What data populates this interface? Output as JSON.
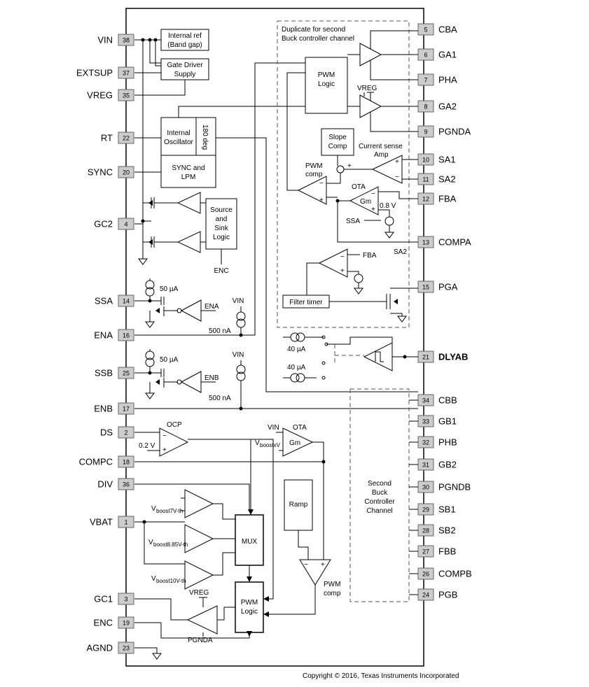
{
  "pins_left": [
    {
      "name": "VIN",
      "num": "38"
    },
    {
      "name": "EXTSUP",
      "num": "37"
    },
    {
      "name": "VREG",
      "num": "35"
    },
    {
      "name": "RT",
      "num": "22"
    },
    {
      "name": "SYNC",
      "num": "20"
    },
    {
      "name": "GC2",
      "num": "4"
    },
    {
      "name": "SSA",
      "num": "14"
    },
    {
      "name": "ENA",
      "num": "16"
    },
    {
      "name": "SSB",
      "num": "25"
    },
    {
      "name": "ENB",
      "num": "17"
    },
    {
      "name": "DS",
      "num": "2"
    },
    {
      "name": "COMPC",
      "num": "18"
    },
    {
      "name": "DIV",
      "num": "36"
    },
    {
      "name": "VBAT",
      "num": "1"
    },
    {
      "name": "GC1",
      "num": "3"
    },
    {
      "name": "ENC",
      "num": "19"
    },
    {
      "name": "AGND",
      "num": "23"
    }
  ],
  "pins_right": [
    {
      "name": "CBA",
      "num": "5"
    },
    {
      "name": "GA1",
      "num": "6"
    },
    {
      "name": "PHA",
      "num": "7"
    },
    {
      "name": "GA2",
      "num": "8"
    },
    {
      "name": "PGNDA",
      "num": "9"
    },
    {
      "name": "SA1",
      "num": "10"
    },
    {
      "name": "SA2",
      "num": "11"
    },
    {
      "name": "FBA",
      "num": "12"
    },
    {
      "name": "COMPA",
      "num": "13"
    },
    {
      "name": "PGA",
      "num": "15"
    },
    {
      "name": "DLYAB",
      "num": "21"
    },
    {
      "name": "CBB",
      "num": "34"
    },
    {
      "name": "GB1",
      "num": "33"
    },
    {
      "name": "PHB",
      "num": "32"
    },
    {
      "name": "GB2",
      "num": "31"
    },
    {
      "name": "PGNDB",
      "num": "30"
    },
    {
      "name": "SB1",
      "num": "29"
    },
    {
      "name": "SB2",
      "num": "28"
    },
    {
      "name": "FBB",
      "num": "27"
    },
    {
      "name": "COMPB",
      "num": "26"
    },
    {
      "name": "PGB",
      "num": "24"
    }
  ],
  "blocks": {
    "internal_ref": [
      "Internal ref",
      "(Band gap)"
    ],
    "gate_driver": [
      "Gate Driver",
      "Supply"
    ],
    "internal_osc": [
      "Internal",
      "Oscillator"
    ],
    "deg180": "180 deg",
    "sync_lpm": [
      "SYNC and",
      "LPM"
    ],
    "source_sink": [
      "Source",
      "and",
      "Sink",
      "Logic"
    ],
    "enc_in": "ENC",
    "pwm_logic_a": [
      "PWM",
      "Logic"
    ],
    "duplicate": [
      "Duplicate for second",
      "Buck controller channel"
    ],
    "vreg_a": "VREG",
    "slope_comp": [
      "Slope",
      "Comp"
    ],
    "current_sense": [
      "Current sense",
      "Amp"
    ],
    "pwm_comp_a": [
      "PWM",
      "comp"
    ],
    "ota_a": "OTA",
    "gm_a": "Gm",
    "ref08": "0.8 V",
    "ssa_in": "SSA",
    "sa2_label": "SA2",
    "fba_label": "FBA",
    "filter_timer": "Filter timer",
    "second_buck": [
      "Second",
      "Buck",
      "Controller",
      "Channel"
    ],
    "i50_a": "50 µA",
    "ena_in": "ENA",
    "vin_a": "VIN",
    "i500_a": "500 nA",
    "i50_b": "50 µA",
    "enb_in": "ENB",
    "vin_b": "VIN",
    "i500_b": "500 nA",
    "i40_a": "40 µA",
    "i40_b": "40 µA",
    "ocp": "OCP",
    "v02": "0.2 V",
    "vin_ota": "VIN",
    "ota_c": "OTA",
    "gm_c": "Gm",
    "vboostx": [
      "V",
      "boostxV"
    ],
    "vboost7": [
      "V",
      "boost7V-th"
    ],
    "vboost885": [
      "V",
      "boost8.85V-th"
    ],
    "vboost10": [
      "V",
      "boost10V-th"
    ],
    "mux": "MUX",
    "ramp": "Ramp",
    "pwm_comp_c": [
      "PWM",
      "comp"
    ],
    "pwm_logic_c": [
      "PWM",
      "Logic"
    ],
    "vreg_c": "VREG",
    "pgnda_c": "PGNDA"
  },
  "copyright": "Copyright © 2016, Texas Instruments Incorporated"
}
